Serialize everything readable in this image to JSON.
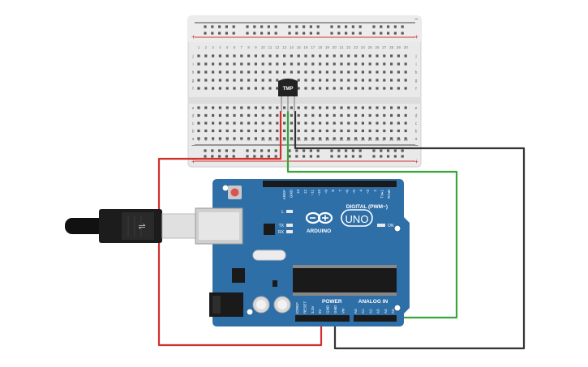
{
  "breadboard": {
    "plus_symbol": "+",
    "minus_symbol": "−",
    "row_letters_top": [
      "j",
      "i",
      "h",
      "g",
      "f"
    ],
    "row_letters_bottom": [
      "e",
      "d",
      "c",
      "b",
      "a"
    ],
    "column_numbers": [
      "1",
      "2",
      "3",
      "4",
      "5",
      "6",
      "7",
      "8",
      "9",
      "10",
      "11",
      "12",
      "13",
      "14",
      "15",
      "16",
      "17",
      "18",
      "19",
      "20",
      "21",
      "22",
      "23",
      "24",
      "25",
      "26",
      "27",
      "28",
      "29",
      "30"
    ]
  },
  "sensor": {
    "label": "TMP"
  },
  "arduino": {
    "brand": "ARDUINO",
    "model": "UNO",
    "digital_label": "DIGITAL (PWM~)",
    "power_label": "POWER",
    "analog_label": "ANALOG IN",
    "led_l": "L",
    "led_tx": "TX",
    "led_rx": "RX",
    "led_on": "ON",
    "digital_pins": [
      "AREF",
      "GND",
      "13",
      "12",
      "~11",
      "~10",
      "~9",
      "8",
      "7",
      "~6",
      "~5",
      "4",
      "~3",
      "2",
      "TX▸1",
      "RX◂0"
    ],
    "power_pins": [
      "IOREF",
      "RESET",
      "3.3V",
      "5V",
      "GND",
      "GND",
      "Vin"
    ],
    "analog_pins": [
      "A0",
      "A1",
      "A2",
      "A3",
      "A4",
      "A5"
    ]
  },
  "wires": {
    "red": "#d32f2f",
    "green": "#3aa53a",
    "black": "#333333"
  },
  "colors": {
    "board": "#2f6fa8",
    "breadboard": "#e9e9e9"
  }
}
